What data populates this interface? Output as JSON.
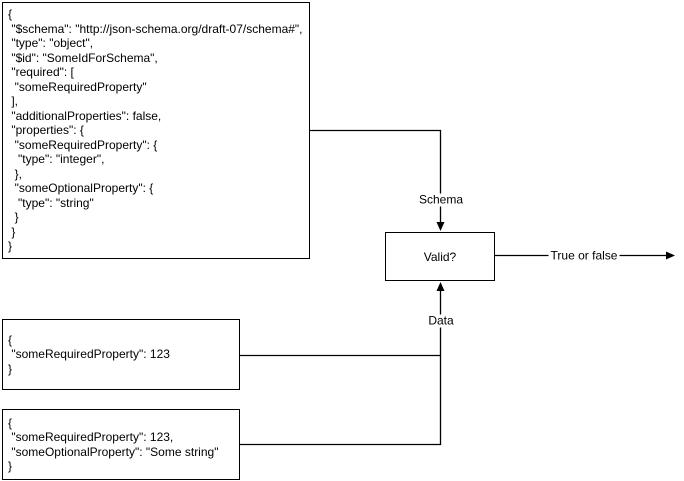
{
  "diagram": {
    "schema_node": {
      "code": "{\n \"$schema\": \"http://json-schema.org/draft-07/schema#\",\n \"type\": \"object\",\n \"$id\": \"SomeIdForSchema\",\n \"required\": [\n  \"someRequiredProperty\"\n ],\n \"additionalProperties\": false,\n \"properties\": {\n  \"someRequiredProperty\": {\n   \"type\": \"integer\",\n  },\n  \"someOptionalProperty\": {\n   \"type\": \"string\"\n  }\n }\n}"
    },
    "data_node_1": {
      "code": "{\n \"someRequiredProperty\": 123\n}"
    },
    "data_node_2": {
      "code": "{\n \"someRequiredProperty\": 123,\n \"someOptionalProperty\": \"Some string\"\n}"
    },
    "valid_node": {
      "label": "Valid?"
    },
    "edge_labels": {
      "schema": "Schema",
      "data": "Data",
      "result": "True or false"
    },
    "colors": {
      "stroke": "#000000",
      "fill": "#ffffff",
      "text": "#000000"
    }
  }
}
